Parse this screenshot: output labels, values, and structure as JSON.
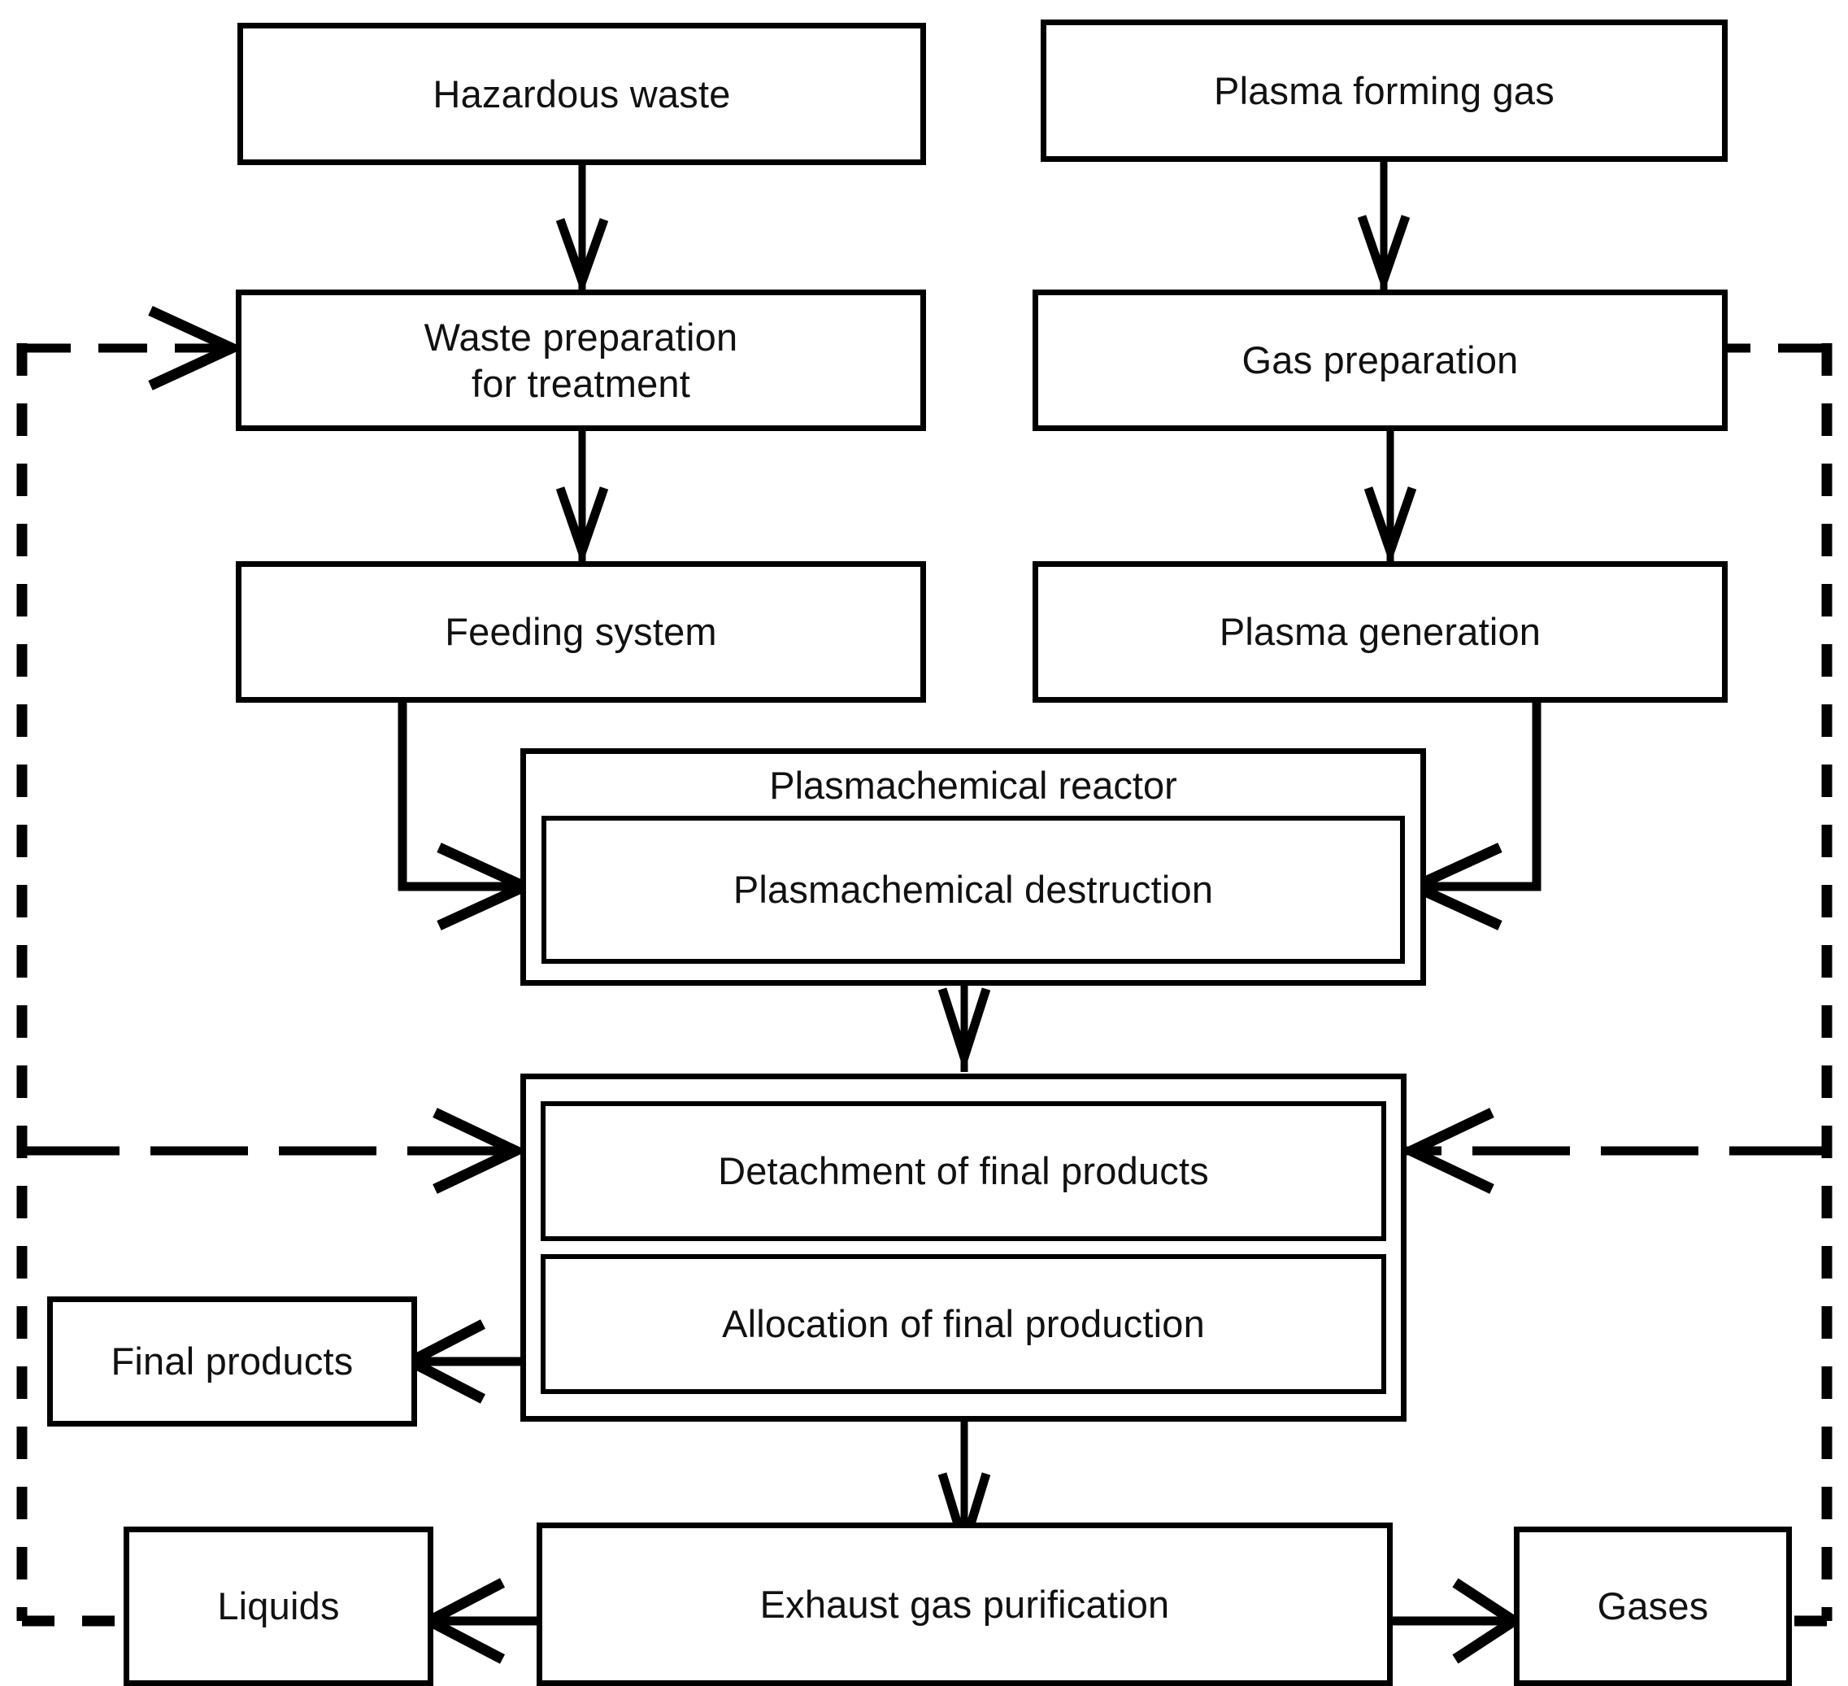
{
  "diagram": {
    "title": "Plasmachemical hazardous waste treatment process flow diagram",
    "colors": {
      "line": "#000000",
      "text": "#111111",
      "background": "#ffffff"
    },
    "nodes": [
      {
        "id": "hazardous-waste",
        "label": "Hazardous waste"
      },
      {
        "id": "plasma-forming-gas",
        "label": "Plasma forming gas"
      },
      {
        "id": "waste-preparation",
        "label": "Waste preparation\nfor  treatment"
      },
      {
        "id": "gas-preparation",
        "label": "Gas preparation"
      },
      {
        "id": "feeding-system",
        "label": "Feeding system"
      },
      {
        "id": "plasma-generation",
        "label": "Plasma generation"
      },
      {
        "id": "plasmachemical-reactor",
        "label": "Plasmachemical reactor"
      },
      {
        "id": "plasmachemical-destruction",
        "label": "Plasmachemical destruction"
      },
      {
        "id": "detachment-of-final-products",
        "label": "Detachment of final products"
      },
      {
        "id": "allocation-of-final-production",
        "label": "Allocation of final production"
      },
      {
        "id": "final-products",
        "label": "Final products"
      },
      {
        "id": "liquids",
        "label": "Liquids"
      },
      {
        "id": "exhaust-gas-purification",
        "label": "Exhaust gas purification"
      },
      {
        "id": "gases",
        "label": "Gases"
      }
    ],
    "edges": [
      {
        "from": "hazardous-waste",
        "to": "waste-preparation",
        "style": "solid"
      },
      {
        "from": "plasma-forming-gas",
        "to": "gas-preparation",
        "style": "solid"
      },
      {
        "from": "waste-preparation",
        "to": "feeding-system",
        "style": "solid"
      },
      {
        "from": "gas-preparation",
        "to": "plasma-generation",
        "style": "solid"
      },
      {
        "from": "feeding-system",
        "to": "plasmachemical-destruction",
        "style": "solid"
      },
      {
        "from": "plasma-generation",
        "to": "plasmachemical-destruction",
        "style": "solid"
      },
      {
        "from": "plasmachemical-reactor",
        "to": "detachment-of-final-products",
        "style": "solid"
      },
      {
        "from": "allocation-of-final-production",
        "to": "final-products",
        "style": "solid"
      },
      {
        "from": "allocation-of-final-production",
        "to": "exhaust-gas-purification",
        "style": "solid"
      },
      {
        "from": "exhaust-gas-purification",
        "to": "liquids",
        "style": "solid"
      },
      {
        "from": "exhaust-gas-purification",
        "to": "gases",
        "style": "solid"
      },
      {
        "from": "liquids",
        "to": "waste-preparation",
        "style": "dashed",
        "route": "left recycle loop"
      },
      {
        "from": "liquids",
        "to": "detachment-of-final-products",
        "style": "dashed",
        "route": "left recycle loop"
      },
      {
        "from": "gases",
        "to": "gas-preparation",
        "style": "dashed",
        "route": "right recycle loop"
      },
      {
        "from": "gases",
        "to": "detachment-of-final-products",
        "style": "dashed",
        "route": "right recycle loop"
      }
    ]
  }
}
